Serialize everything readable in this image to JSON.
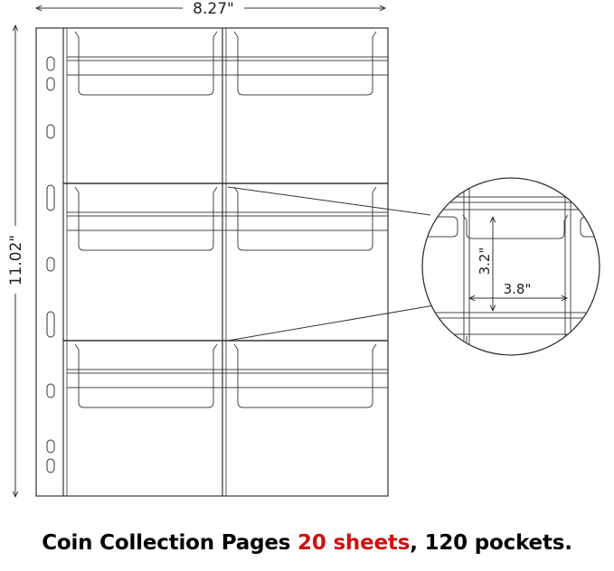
{
  "dimensions": {
    "width_label": "8.27\"",
    "height_label": "11.02\"",
    "pocket_height_label": "3.2\"",
    "pocket_width_label": "3.8\""
  },
  "caption": {
    "part1": "Coin Collection Pages ",
    "highlight": "20 sheets",
    "part2": ", 120 pockets."
  },
  "colors": {
    "highlight": "#d01010",
    "line": "#333333"
  }
}
